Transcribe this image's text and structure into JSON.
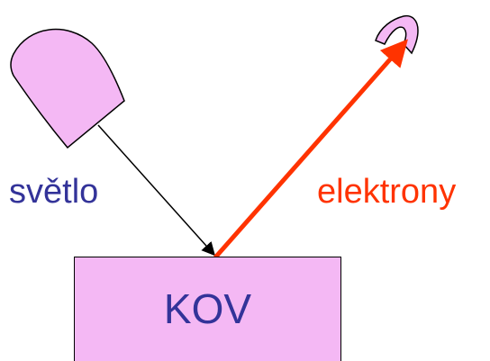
{
  "labels": {
    "light": "světlo",
    "electrons": "elektrony",
    "metal": "KOV"
  },
  "colors": {
    "light_source_fill": "#f4b8f4",
    "metal_fill": "#f4b8f4",
    "electron_detector_fill": "#f4b8f4",
    "light_label": "#333399",
    "electrons_label": "#ff3300",
    "electron_arrow": "#ff3300",
    "metal_label": "#333399",
    "light_arrow": "#000000"
  }
}
